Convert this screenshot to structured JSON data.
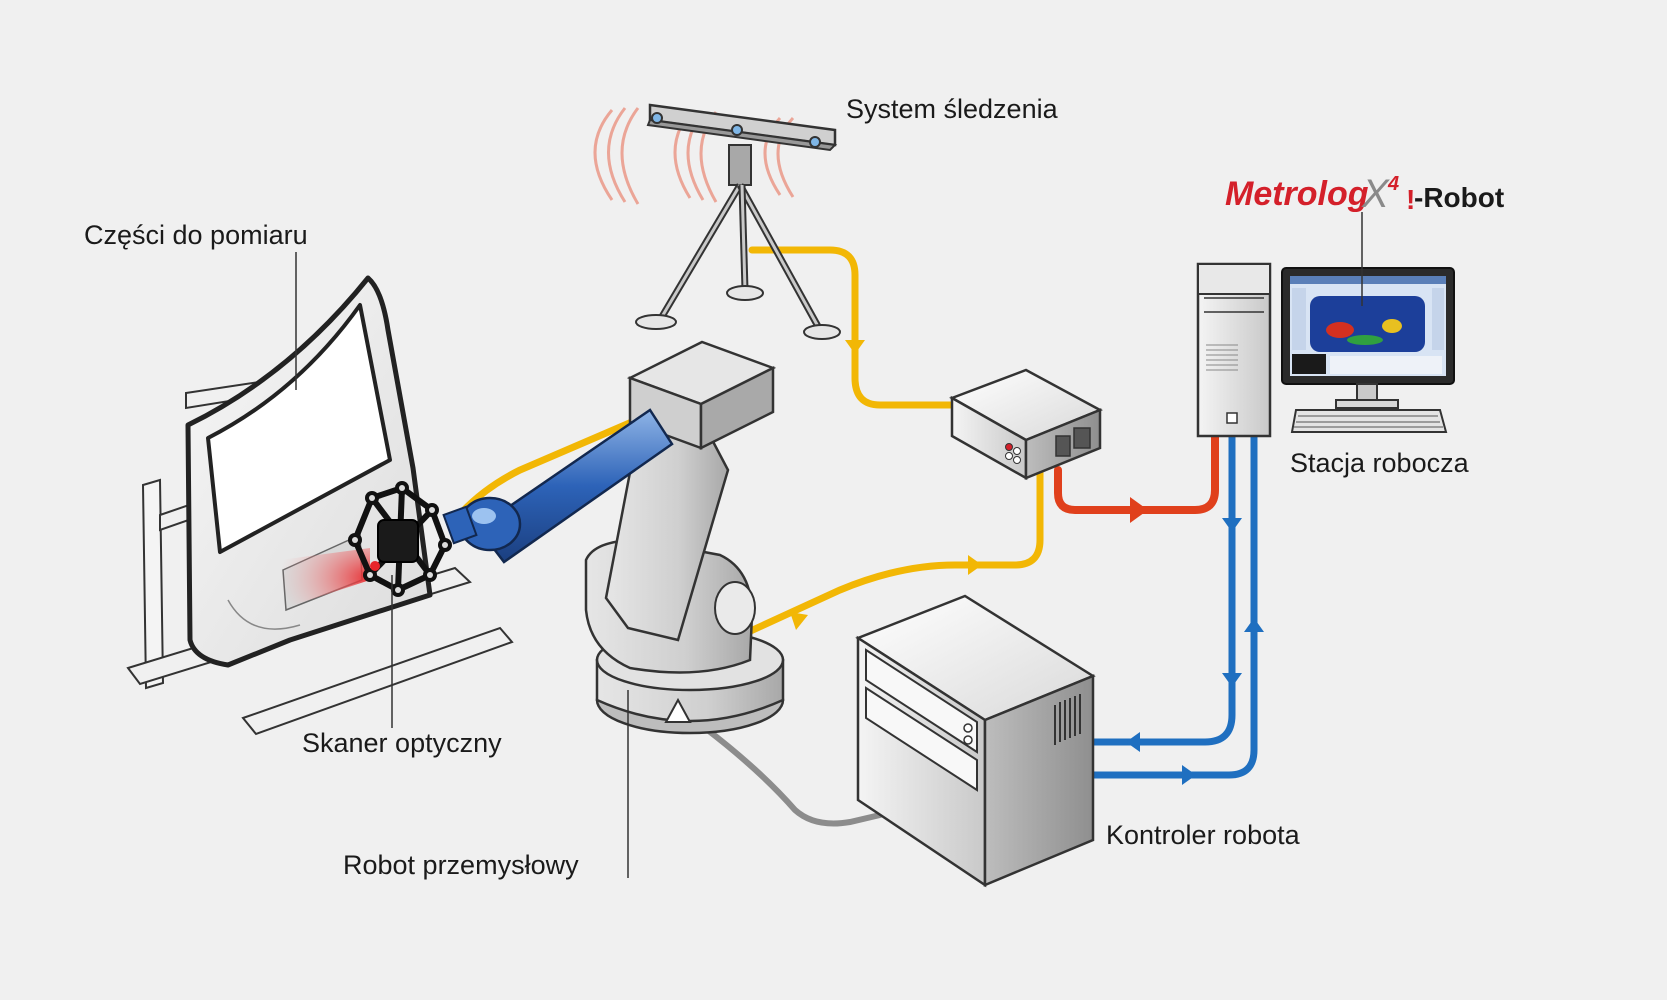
{
  "labels": {
    "tracking_system": "System śledzenia",
    "parts": "Części do pomiaru",
    "workstation": "Stacja robocza",
    "scanner": "Skaner optyczny",
    "robot": "Robot przemysłowy",
    "controller": "Kontroler robota"
  },
  "logo": {
    "main": "Metrolog",
    "x": "X",
    "superscript": "4",
    "bang": "!",
    "suffix": "-Robot"
  },
  "colors": {
    "yellow_cable": "#f2b705",
    "red_cable": "#e0401c",
    "blue_cable": "#1f6fc0",
    "gray_cable": "#8c8c8c",
    "brand_red": "#d4202a"
  }
}
